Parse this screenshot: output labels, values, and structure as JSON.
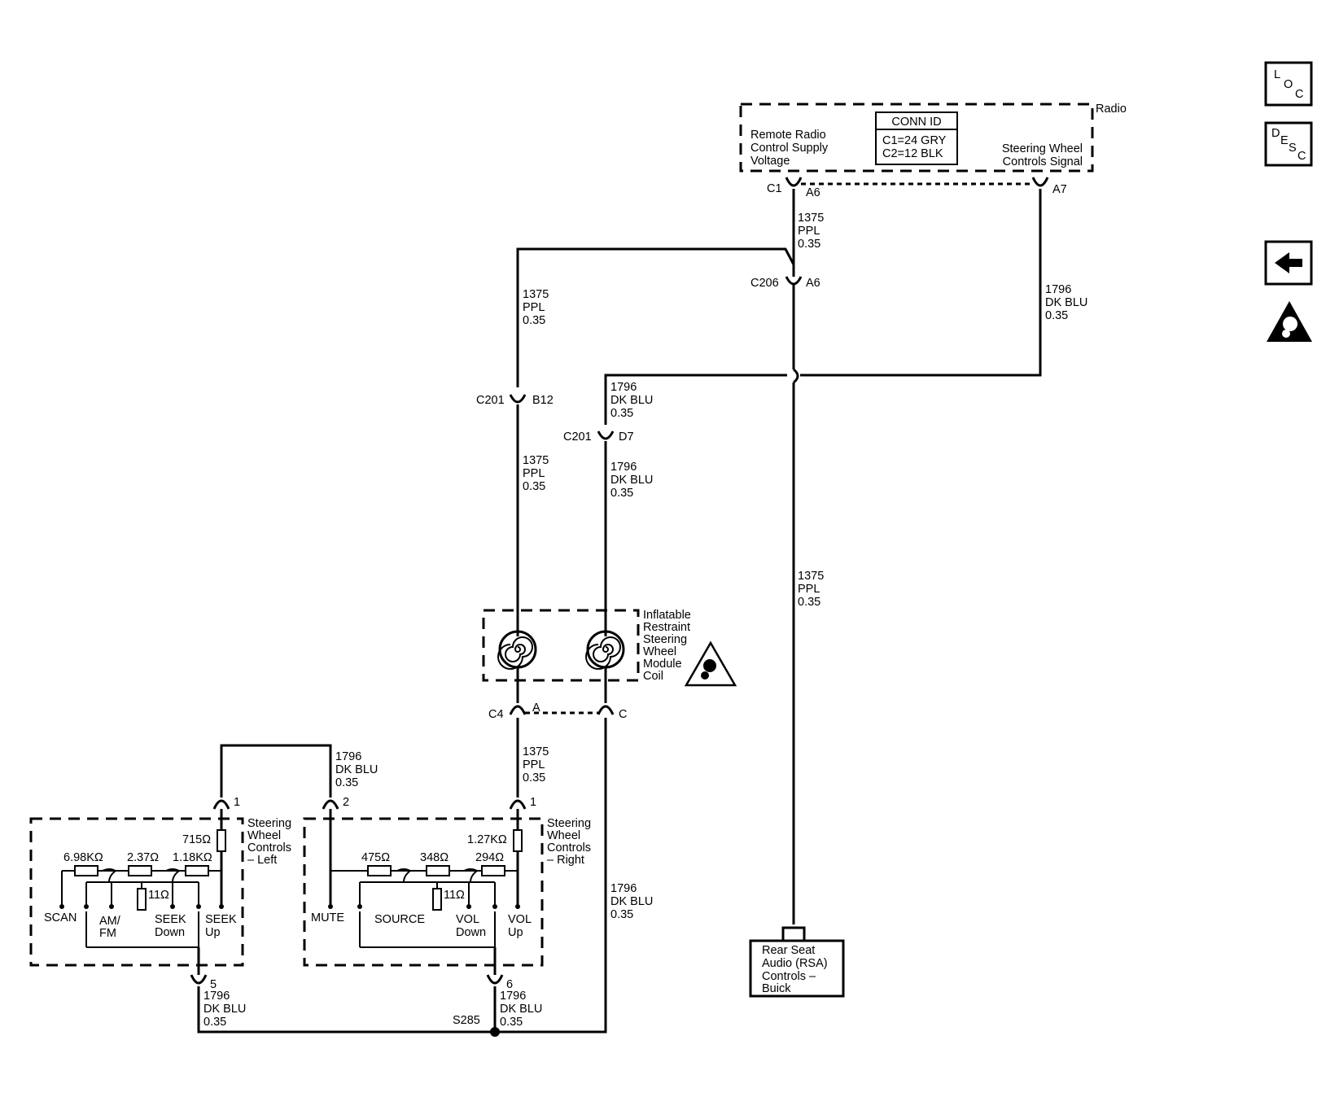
{
  "radio": {
    "name": "Radio",
    "supply_lines": [
      "Remote Radio",
      "Control Supply",
      "Voltage"
    ],
    "signal_lines": [
      "Steering Wheel",
      "Controls Signal"
    ],
    "conn_id": {
      "title": "CONN ID",
      "lines": [
        "C1=24 GRY",
        "C2=12 BLK"
      ]
    },
    "c1": "C1",
    "a6": "A6",
    "a7": "A7"
  },
  "connectors": {
    "c206": "C206",
    "c206_pin": "A6",
    "c201a": "C201",
    "c201a_pin": "B12",
    "c201b": "C201",
    "c201b_pin": "D7",
    "c4": "C4",
    "c4_pin_a": "A",
    "c4_pin_c": "C",
    "left_pin1": "1",
    "left_pin5": "5",
    "right_pin1": "1",
    "right_pin2": "2",
    "right_pin6": "6",
    "splice": "S285"
  },
  "wires": {
    "ppl": [
      "1375",
      "PPL",
      "0.35"
    ],
    "dkblu": [
      "1796",
      "DK BLU",
      "0.35"
    ]
  },
  "coil": {
    "lines": [
      "Inflatable",
      "Restraint",
      "Steering",
      "Wheel",
      "Module",
      "Coil"
    ]
  },
  "left_module": {
    "lines": [
      "Steering",
      "Wheel",
      "Controls",
      "– Left"
    ],
    "resistors": {
      "r_top": "715Ω",
      "r1": "6.98KΩ",
      "r2": "2.37Ω",
      "r3": "1.18KΩ",
      "r4": "11Ω"
    },
    "switches": {
      "scan": "SCAN",
      "amfm": [
        "AM/",
        "FM"
      ],
      "seek_down": [
        "SEEK",
        "Down"
      ],
      "seek_up": [
        "SEEK",
        "Up"
      ]
    }
  },
  "right_module": {
    "lines": [
      "Steering",
      "Wheel",
      "Controls",
      "– Right"
    ],
    "resistors": {
      "r_top": "1.27KΩ",
      "r1": "475Ω",
      "r2": "348Ω",
      "r3": "294Ω",
      "r4": "11Ω"
    },
    "switches": {
      "mute": "MUTE",
      "source": "SOURCE",
      "vol_down": [
        "VOL",
        "Down"
      ],
      "vol_up": [
        "VOL",
        "Up"
      ]
    }
  },
  "rsa": {
    "lines": [
      "Rear Seat",
      "Audio (RSA)",
      "Controls –",
      "Buick"
    ]
  },
  "side_icons": {
    "loc": {
      "icon": "loc-icon",
      "letters": [
        "L",
        "O",
        "C"
      ]
    },
    "desc": {
      "icon": "desc-icon",
      "letters": [
        "D",
        "E",
        "S",
        "C"
      ]
    },
    "back": {
      "icon": "back-arrow-icon"
    },
    "airbag": {
      "icon": "airbag-warning-icon"
    }
  }
}
